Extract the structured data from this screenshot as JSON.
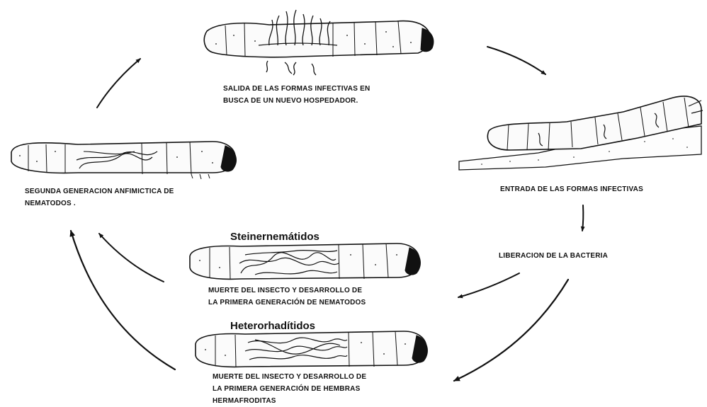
{
  "diagram": {
    "stages": {
      "exit_infective": {
        "line1": "SALIDA DE LAS FORMAS INFECTIVAS EN",
        "line2": "BUSCA DE UN NUEVO HOSPEDADOR."
      },
      "entry_infective": {
        "line1": "ENTRADA DE LAS FORMAS INFECTIVAS"
      },
      "bacteria_release": {
        "line1": "LIBERACION DE LA BACTERIA"
      },
      "second_generation": {
        "line1": "SEGUNDA GENERACION ANFIMICTICA DE",
        "line2": "NEMATODOS ."
      },
      "steinernematids": {
        "heading": "Steinernemátidos",
        "line1": "MUERTE DEL INSECTO Y DESARROLLO DE",
        "line2": "LA PRIMERA GENERACIÓN DE NEMATODOS"
      },
      "heterorhabditids": {
        "heading": "Heterorhadítidos",
        "line1": "MUERTE DEL INSECTO Y DESARROLLO DE",
        "line2": "LA PRIMERA GENERACIÓN DE HEMBRAS",
        "line3": "HERMAFRODITAS"
      }
    },
    "colors": {
      "ink": "#111111",
      "background": "#ffffff"
    },
    "icons": [
      "larva-top-icon",
      "larva-right-on-branch-icon",
      "larva-left-icon",
      "larva-steinernematid-icon",
      "larva-heterorhabditid-icon",
      "cycle-arrow-icon"
    ]
  }
}
